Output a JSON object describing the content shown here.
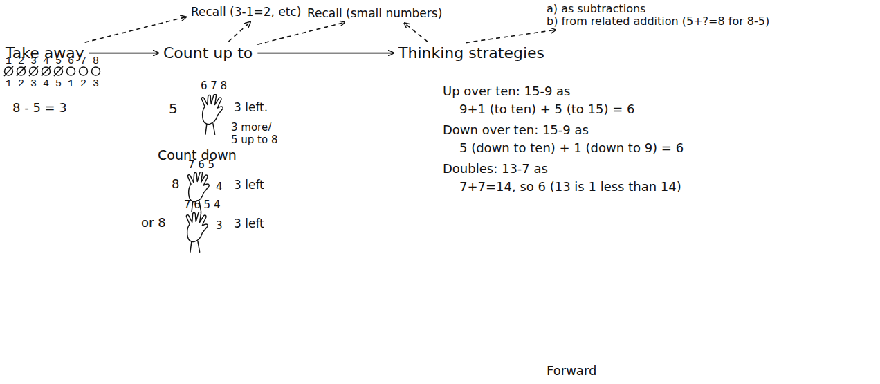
{
  "diagram": {
    "nodes": [
      {
        "text": [
          "Take away"
        ]
      },
      {
        "text": [
          "Recall (3-1=2, etc)"
        ]
      },
      {
        "text": [
          "Count up to"
        ]
      },
      {
        "text": [
          "Recall (small numbers)"
        ]
      },
      {
        "text": [
          "a) as subtractions",
          "b) from related addition (5+?=8 for 8-5)"
        ]
      },
      {
        "text": [
          "Thinking strategies"
        ]
      }
    ],
    "edges": [
      {
        "from": 0,
        "to": 1,
        "arrow": "to"
      },
      {
        "from": 2,
        "to": 1,
        "arrow": "to"
      },
      {
        "from": 2,
        "to": 3,
        "arrow": "to"
      },
      {
        "from": 5,
        "to": 3,
        "arrow": "to"
      },
      {
        "from": 5,
        "to": 4,
        "arrow": "to"
      },
      {
        "from": 0,
        "to": 2,
        "arrow": "to"
      },
      {
        "from": 2,
        "to": 5,
        "arrow": "to"
      }
    ],
    "labels": [
      "1 2 3 4 5 6 7 8",
      "1 2 3 4 5 1 2 3",
      "8 - 5 = 3",
      "5",
      "6 7 8",
      "3 left.",
      "3 more/",
      "5 up to 8",
      "Count down",
      "8",
      "7 6 5",
      "4",
      "3 left",
      "or 8",
      "7 6 5 4",
      "3",
      "3 left",
      "Up over ten: 15-9 as",
      "9+1 (to ten) + 5 (to 15) = 6",
      "Down over ten: 15-9 as",
      "5 (down to ten) + 1 (down to 9) = 6",
      "Doubles: 13-7 as",
      "7+7=14, so 6 (13 is 1 less than 14)",
      "Forward"
    ]
  }
}
